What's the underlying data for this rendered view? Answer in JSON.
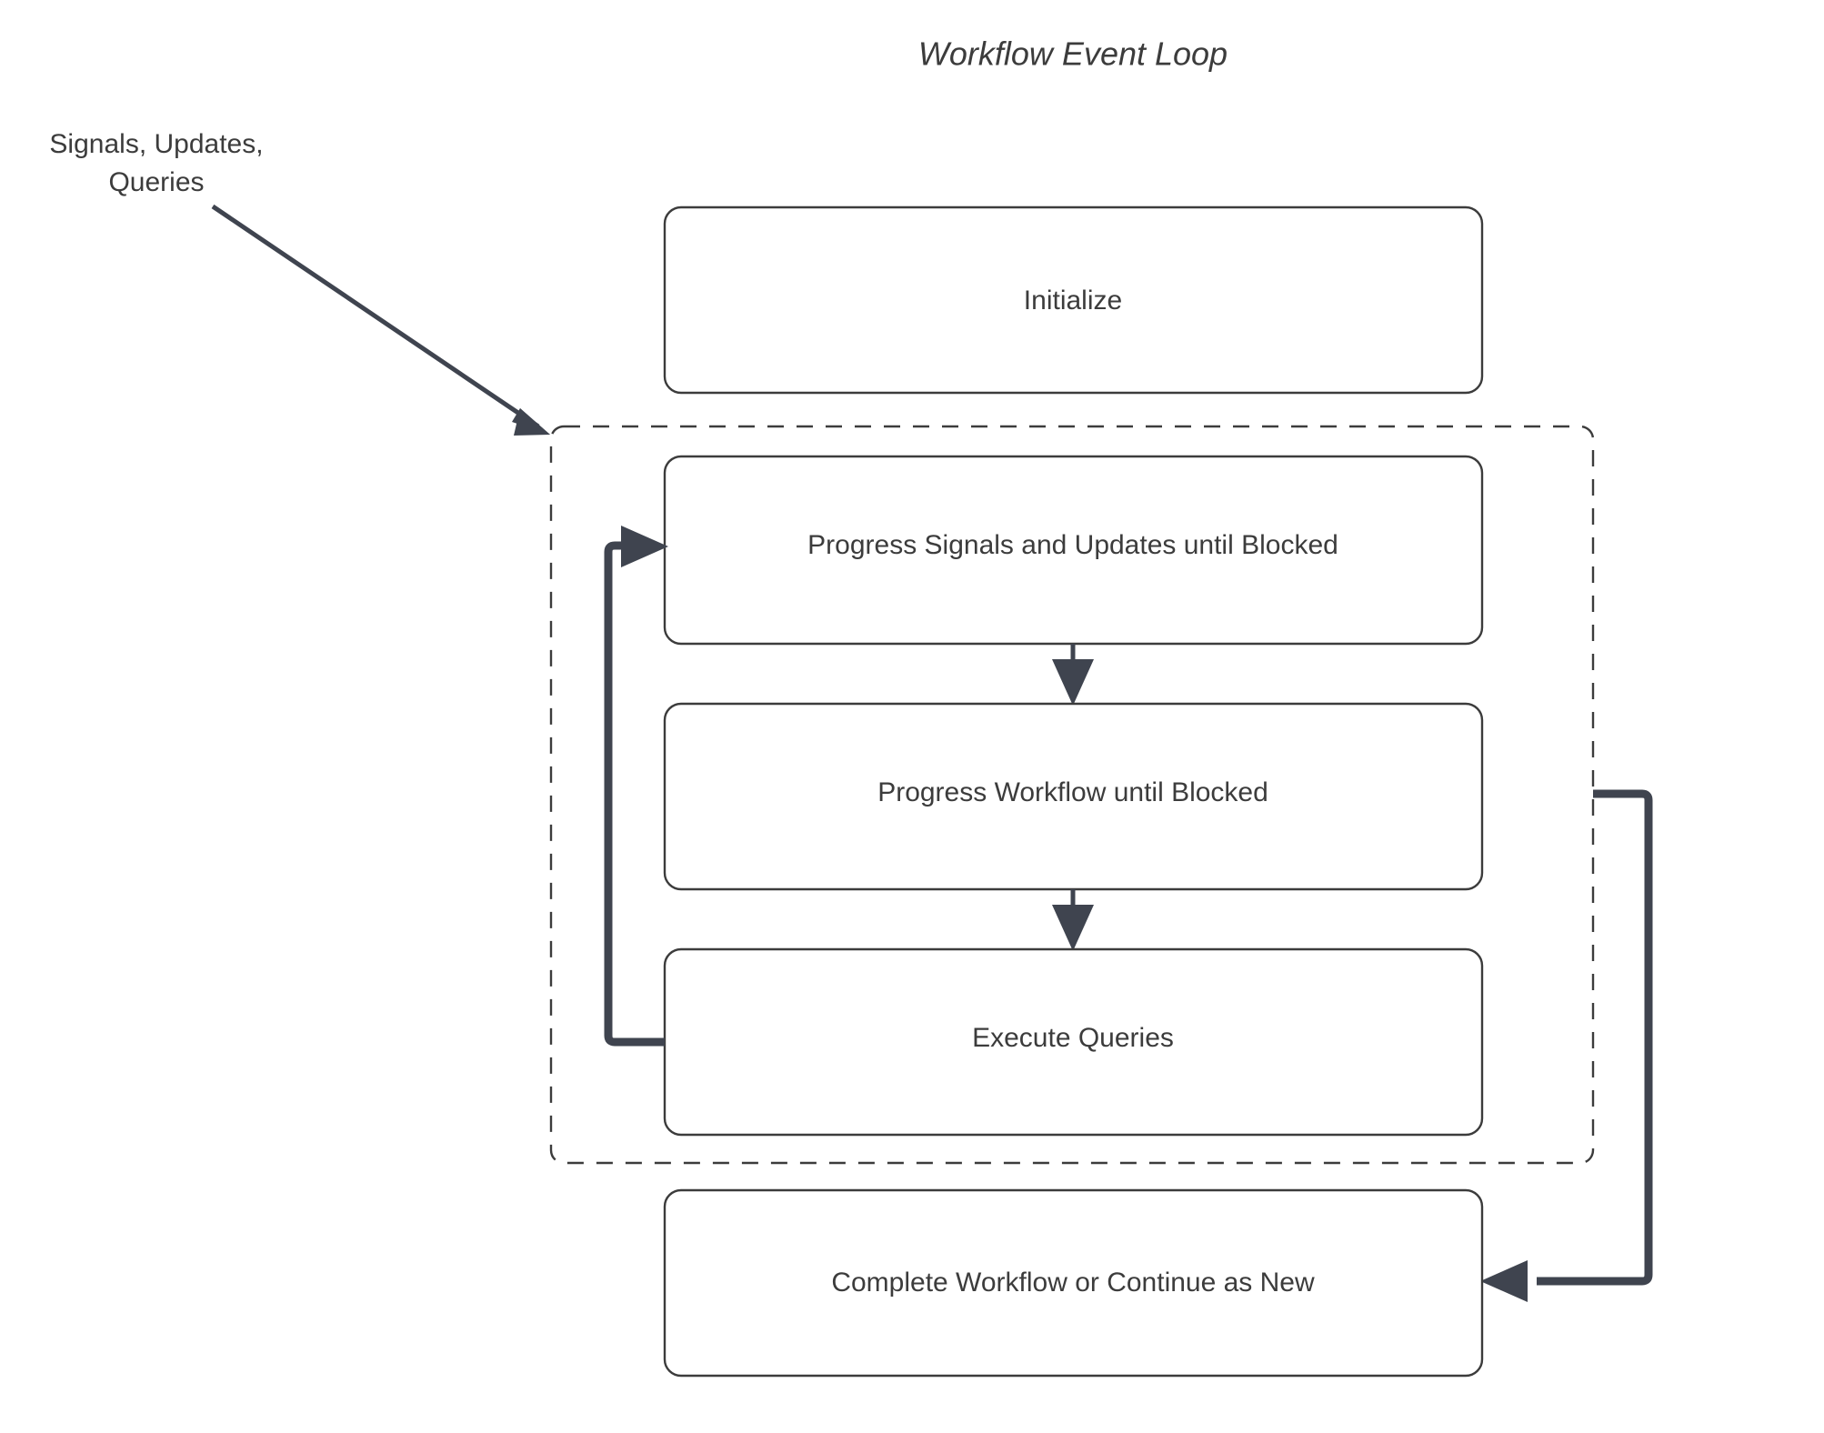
{
  "diagram": {
    "title": "Workflow Event Loop",
    "type": "flowchart",
    "colors": {
      "node_stroke": "#3c3c3c",
      "node_fill": "#ffffff",
      "edge": "#3f444f",
      "text": "#3c3c3c",
      "background": "#ffffff"
    },
    "external_input": {
      "label_line1": "Signals, Updates,",
      "label_line2": "Queries",
      "target": "event-loop-group"
    },
    "group": {
      "name": "event-loop-group",
      "style": "dashed",
      "label": ""
    },
    "nodes": [
      {
        "id": "initialize",
        "label": "Initialize",
        "in_group": false
      },
      {
        "id": "progress-signals",
        "label": "Progress Signals and Updates until Blocked",
        "in_group": true
      },
      {
        "id": "progress-workflow",
        "label": "Progress Workflow until Blocked",
        "in_group": true
      },
      {
        "id": "execute-queries",
        "label": "Execute Queries",
        "in_group": true
      },
      {
        "id": "complete-workflow",
        "label": "Complete Workflow or Continue as New",
        "in_group": false
      }
    ],
    "edges": [
      {
        "from": "external-input",
        "to": "event-loop-group",
        "style": "solid",
        "arrow": "end"
      },
      {
        "from": "progress-signals",
        "to": "progress-workflow",
        "style": "solid",
        "arrow": "end"
      },
      {
        "from": "progress-workflow",
        "to": "execute-queries",
        "style": "solid",
        "arrow": "end"
      },
      {
        "from": "execute-queries",
        "to": "progress-signals",
        "style": "loop-left",
        "arrow": "end"
      },
      {
        "from": "event-loop-group",
        "to": "complete-workflow",
        "style": "loop-right",
        "arrow": "end"
      }
    ]
  }
}
